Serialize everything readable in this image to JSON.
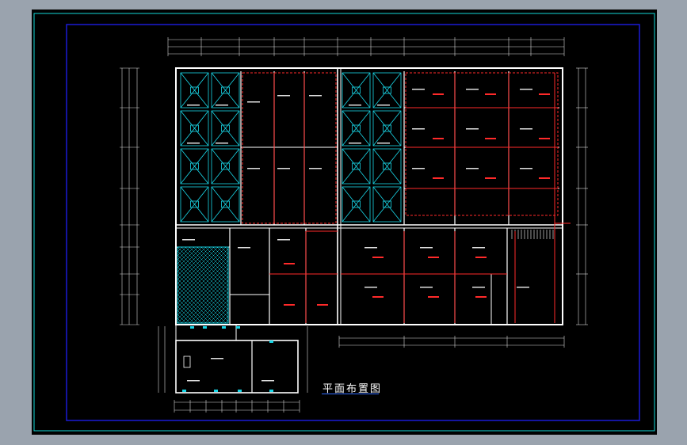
{
  "drawing": {
    "title": "平面布置图",
    "colors": {
      "background": "#000000",
      "frame_outer": "#12d9d9",
      "frame_inner": "#1b1bd6",
      "walls": "#ffffff",
      "cyan_rooms": "#19d7e8",
      "red_lines": "#ff2a2a",
      "window_chrome": "#9aa3ae"
    },
    "icons": [
      "dimension-line",
      "wall-grid",
      "hatched-area"
    ]
  }
}
